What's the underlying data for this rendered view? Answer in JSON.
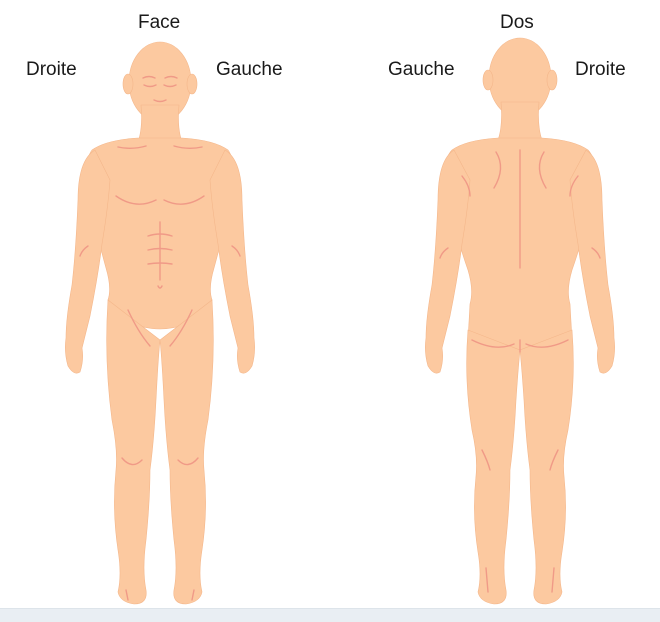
{
  "front": {
    "title": "Face",
    "side_left_label": "Droite",
    "side_right_label": "Gauche"
  },
  "back": {
    "title": "Dos",
    "side_left_label": "Gauche",
    "side_right_label": "Droite"
  },
  "colors": {
    "skin": "#fcc9a0",
    "skin_shadow": "#f4b78b",
    "muscle_line": "#f09a87",
    "footer": "#e9eef3"
  }
}
